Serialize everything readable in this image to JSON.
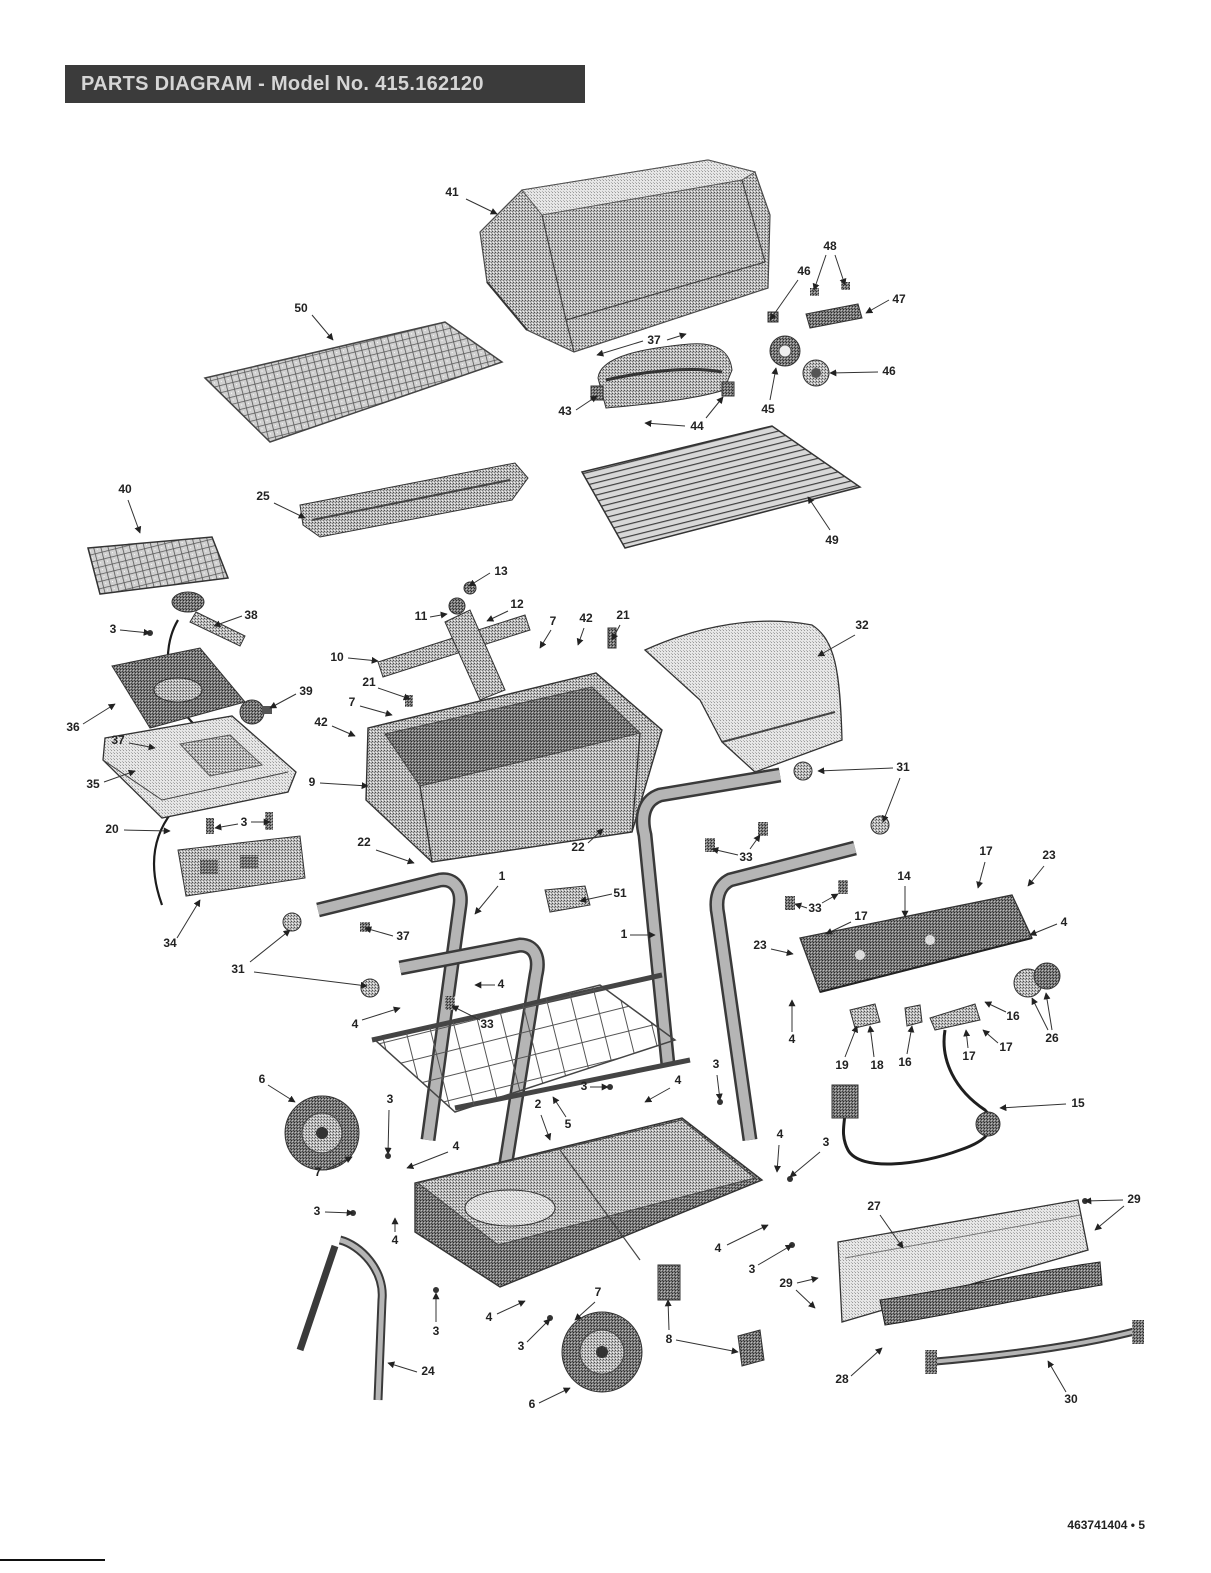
{
  "header": {
    "title": "PARTS DIAGRAM - Model No. 415.162120"
  },
  "footer": {
    "page_ref": "463741404 • 5"
  },
  "diagram": {
    "callouts": [
      "41",
      "48",
      "46",
      "47",
      "50",
      "37",
      "46",
      "43",
      "45",
      "44",
      "40",
      "25",
      "49",
      "13",
      "38",
      "11",
      "12",
      "7",
      "42",
      "21",
      "32",
      "3",
      "10",
      "21",
      "36",
      "39",
      "7",
      "37",
      "42",
      "35",
      "9",
      "31",
      "20",
      "3",
      "22",
      "22",
      "33",
      "17",
      "23",
      "1",
      "51",
      "14",
      "33",
      "34",
      "37",
      "17",
      "4",
      "1",
      "23",
      "31",
      "4",
      "4",
      "33",
      "16",
      "26",
      "4",
      "19",
      "18",
      "16",
      "17",
      "17",
      "6",
      "3",
      "4",
      "3",
      "15",
      "3",
      "2",
      "5",
      "4",
      "3",
      "4",
      "7",
      "3",
      "29",
      "27",
      "4",
      "4",
      "3",
      "29",
      "7",
      "3",
      "4",
      "3",
      "8",
      "24",
      "28",
      "30",
      "6"
    ]
  }
}
